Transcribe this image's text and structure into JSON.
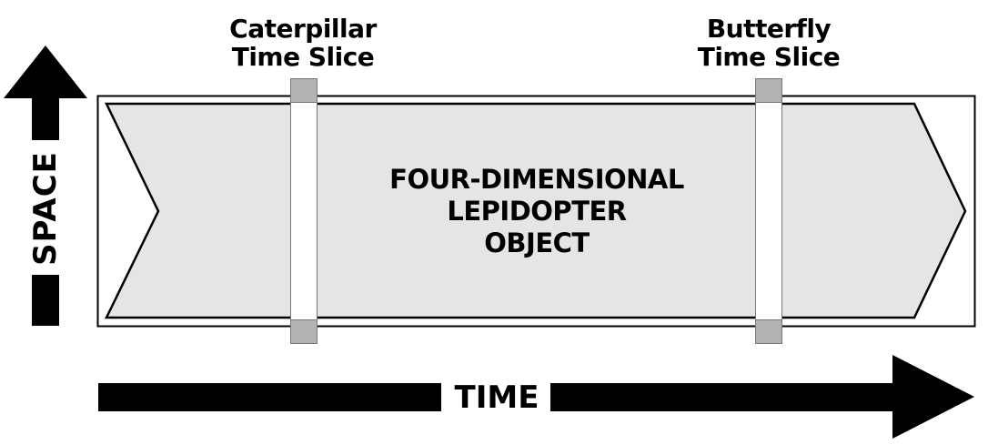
{
  "slices": [
    {
      "line1": "Caterpillar",
      "line2": "Time Slice"
    },
    {
      "line1": "Butterfly",
      "line2": "Time Slice"
    }
  ],
  "object_label": [
    "FOUR-DIMENSIONAL",
    "LEPIDOPTER",
    "OBJECT"
  ],
  "axes": {
    "vertical": "SPACE",
    "horizontal": "TIME"
  },
  "colors": {
    "object_fill": "#e5e5e5",
    "slice_cap": "#b3b3b3",
    "ink": "#000000"
  }
}
